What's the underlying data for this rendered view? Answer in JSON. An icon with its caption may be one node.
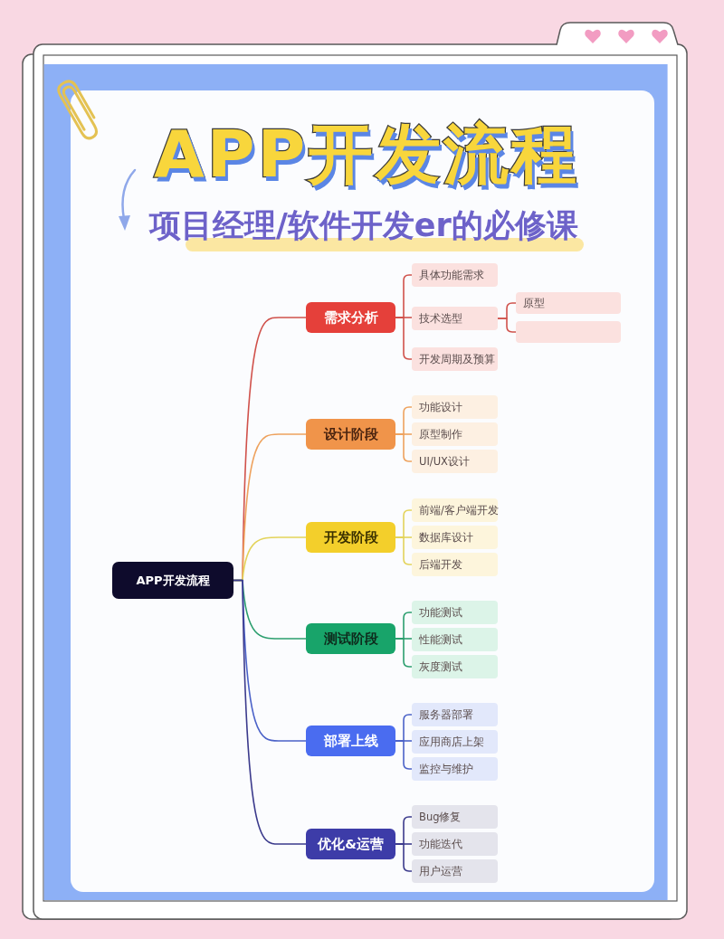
{
  "diagram": {
    "title": "APP开发流程",
    "nodes": [
      {
        "text": [
          "APP开发流程"
        ]
      },
      {
        "text": [
          "需求分析"
        ]
      },
      {
        "text": [
          "具体功能需求"
        ]
      },
      {
        "text": [
          "技术选型"
        ]
      },
      {
        "text": [
          "原型"
        ]
      },
      {
        "text": [],
        "shape": "box"
      },
      {
        "text": [
          "开发周期及预算"
        ]
      },
      {
        "text": [
          "设计阶段"
        ]
      },
      {
        "text": [
          "功能设计"
        ]
      },
      {
        "text": [
          "原型制作"
        ]
      },
      {
        "text": [
          "UI/UX设计"
        ]
      },
      {
        "text": [
          "开发阶段"
        ]
      },
      {
        "text": [
          "前端/客户端开发"
        ]
      },
      {
        "text": [
          "数据库设计"
        ]
      },
      {
        "text": [
          "后端开发"
        ]
      },
      {
        "text": [
          "测试阶段"
        ]
      },
      {
        "text": [
          "功能测试"
        ]
      },
      {
        "text": [
          "性能测试"
        ]
      },
      {
        "text": [
          "灰度测试"
        ]
      },
      {
        "text": [
          "部署上线"
        ]
      },
      {
        "text": [
          "服务器部署"
        ]
      },
      {
        "text": [
          "应用商店上架"
        ]
      },
      {
        "text": [
          "监控与维护"
        ]
      },
      {
        "text": [
          "优化&运营"
        ]
      },
      {
        "text": [
          "Bug修复"
        ]
      },
      {
        "text": [
          "功能迭代"
        ]
      },
      {
        "text": [
          "用户运营"
        ]
      }
    ],
    "edges": [
      {
        "from": 0,
        "to": 1,
        "arrow": "none",
        "color": "#d0514b"
      },
      {
        "from": 0,
        "to": 7,
        "arrow": "none",
        "color": "#eea25e"
      },
      {
        "from": 0,
        "to": 11,
        "arrow": "none",
        "color": "#e3d35a"
      },
      {
        "from": 0,
        "to": 15,
        "arrow": "none",
        "color": "#2b9e6e"
      },
      {
        "from": 0,
        "to": 19,
        "arrow": "none",
        "color": "#4b62c8"
      },
      {
        "from": 0,
        "to": 23,
        "arrow": "none",
        "color": "#3b3a8c"
      },
      {
        "from": 1,
        "to": 2,
        "arrow": "none",
        "color": "#d0514b"
      },
      {
        "from": 1,
        "to": 3,
        "arrow": "none",
        "color": "#d0514b"
      },
      {
        "from": 1,
        "to": 6,
        "arrow": "none",
        "color": "#d0514b"
      },
      {
        "from": 3,
        "to": 4,
        "arrow": "none",
        "color": "#d0514b"
      },
      {
        "from": 3,
        "to": 5,
        "arrow": "none",
        "color": "#d0514b"
      },
      {
        "from": 7,
        "to": 8,
        "arrow": "none",
        "color": "#eea25e"
      },
      {
        "from": 7,
        "to": 9,
        "arrow": "none",
        "color": "#eea25e"
      },
      {
        "from": 7,
        "to": 10,
        "arrow": "none",
        "color": "#eea25e"
      },
      {
        "from": 11,
        "to": 12,
        "arrow": "none",
        "color": "#e3d35a"
      },
      {
        "from": 11,
        "to": 13,
        "arrow": "none",
        "color": "#e3d35a"
      },
      {
        "from": 11,
        "to": 14,
        "arrow": "none",
        "color": "#e3d35a"
      },
      {
        "from": 15,
        "to": 16,
        "arrow": "none",
        "color": "#2b9e6e"
      },
      {
        "from": 15,
        "to": 17,
        "arrow": "none",
        "color": "#2b9e6e"
      },
      {
        "from": 15,
        "to": 18,
        "arrow": "none",
        "color": "#2b9e6e"
      },
      {
        "from": 19,
        "to": 20,
        "arrow": "none",
        "color": "#4b62c8"
      },
      {
        "from": 19,
        "to": 21,
        "arrow": "none",
        "color": "#4b62c8"
      },
      {
        "from": 19,
        "to": 22,
        "arrow": "none",
        "color": "#4b62c8"
      },
      {
        "from": 23,
        "to": 24,
        "arrow": "none",
        "color": "#3b3a8c"
      },
      {
        "from": 23,
        "to": 25,
        "arrow": "none",
        "color": "#3b3a8c"
      },
      {
        "from": 23,
        "to": 26,
        "arrow": "none",
        "color": "#3b3a8c"
      }
    ],
    "labels": [
      "项目经理/软件开发er的必修课"
    ]
  }
}
